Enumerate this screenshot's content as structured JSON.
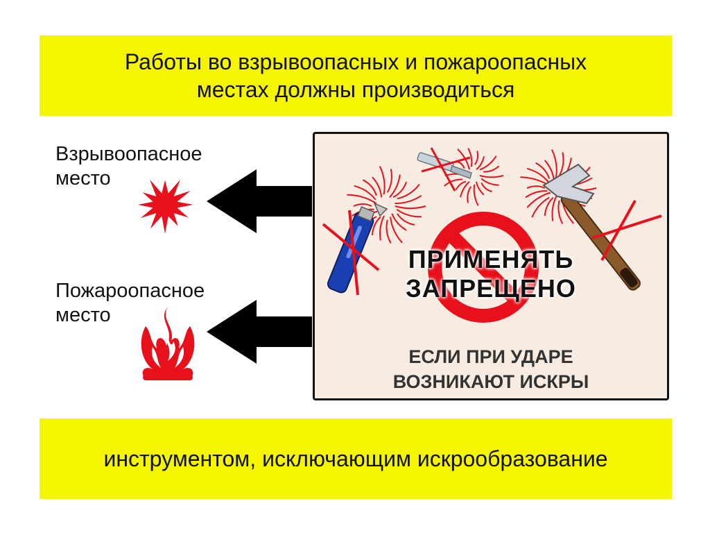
{
  "banners": {
    "top_line1": "Работы во взрывоопасных и пожароопасных",
    "top_line2": "местах должны производиться",
    "bottom": "инструментом, исключающим искрообразование"
  },
  "places": {
    "explosive_line1": "Взрывоопасное",
    "explosive_line2": "место",
    "fire_line1": "Пожароопасное",
    "fire_line2": "место"
  },
  "panel": {
    "prohibit_line1": "ПРИМЕНЯТЬ",
    "prohibit_line2": "ЗАПРЕЩЕНО",
    "condition_line1": "ЕСЛИ ПРИ УДАРЕ",
    "condition_line2": "ВОЗНИКАЮТ ИСКРЫ"
  },
  "icons": {
    "explosion": "explosion-icon",
    "flame": "flame-icon",
    "arrow": "arrow-left-icon",
    "prohibition": "prohibition-sign-icon",
    "knife": "utility-knife-icon",
    "chisel": "chisel-icon",
    "hammer": "hammer-icon"
  },
  "colors": {
    "banner": "#f5f500",
    "accent_red": "#e8101a",
    "arrow": "#000000",
    "panel_bg": "#f8ece2"
  }
}
